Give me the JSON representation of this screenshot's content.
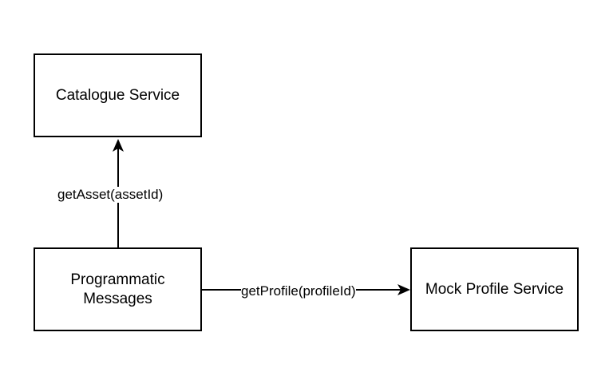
{
  "nodes": {
    "catalogue": {
      "label": "Catalogue Service"
    },
    "programmatic": {
      "line1": "Programmatic",
      "line2": "Messages"
    },
    "mock": {
      "label": "Mock Profile Service"
    }
  },
  "edges": {
    "get_asset": {
      "label": "getAsset(assetId)",
      "from": "Programmatic Messages",
      "to": "Catalogue Service"
    },
    "get_profile": {
      "label": "getProfile(profileId)",
      "from": "Programmatic Messages",
      "to": "Mock Profile Service"
    }
  },
  "colors": {
    "stroke": "#000000",
    "background": "#ffffff"
  }
}
